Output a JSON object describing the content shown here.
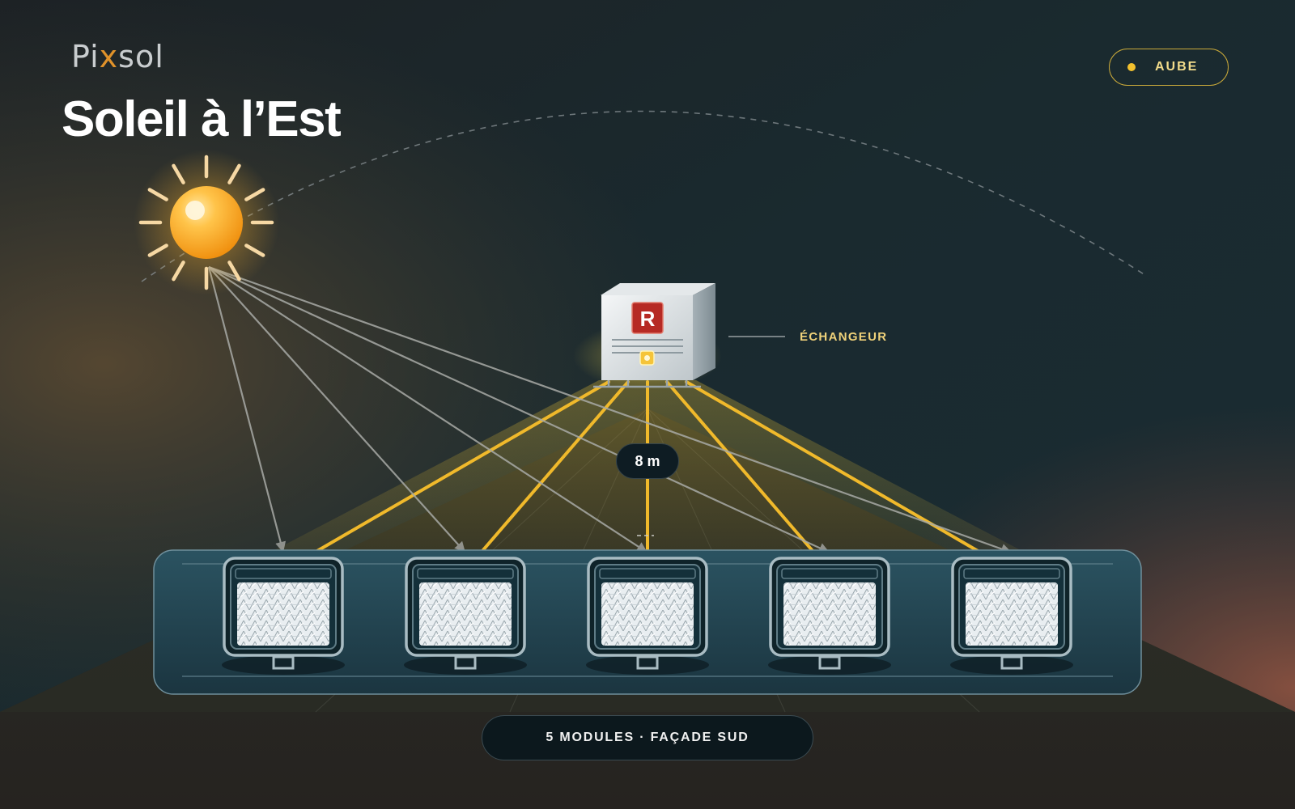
{
  "brand": {
    "prefix": "Pi",
    "x": "x",
    "suffix": "sol"
  },
  "title": "Soleil à l’Est",
  "phase": {
    "label": "AUBE",
    "dot_color": "#f2c12e"
  },
  "exchanger": {
    "label": "ÉCHANGEUR",
    "badge": "R",
    "badge_color": "#b62a24"
  },
  "distance_label": "8 m",
  "modules": {
    "count": 5
  },
  "footer": "5 MODULES · FAÇADE SUD",
  "colors": {
    "beam": "#f0b92b",
    "sun": "#f7a21c",
    "ray": "#b8b9b6",
    "panel_bar": "#224450"
  },
  "icons": {
    "sun": "sun-icon",
    "exchanger": "exchanger-box-icon",
    "module": "solar-module-icon"
  }
}
